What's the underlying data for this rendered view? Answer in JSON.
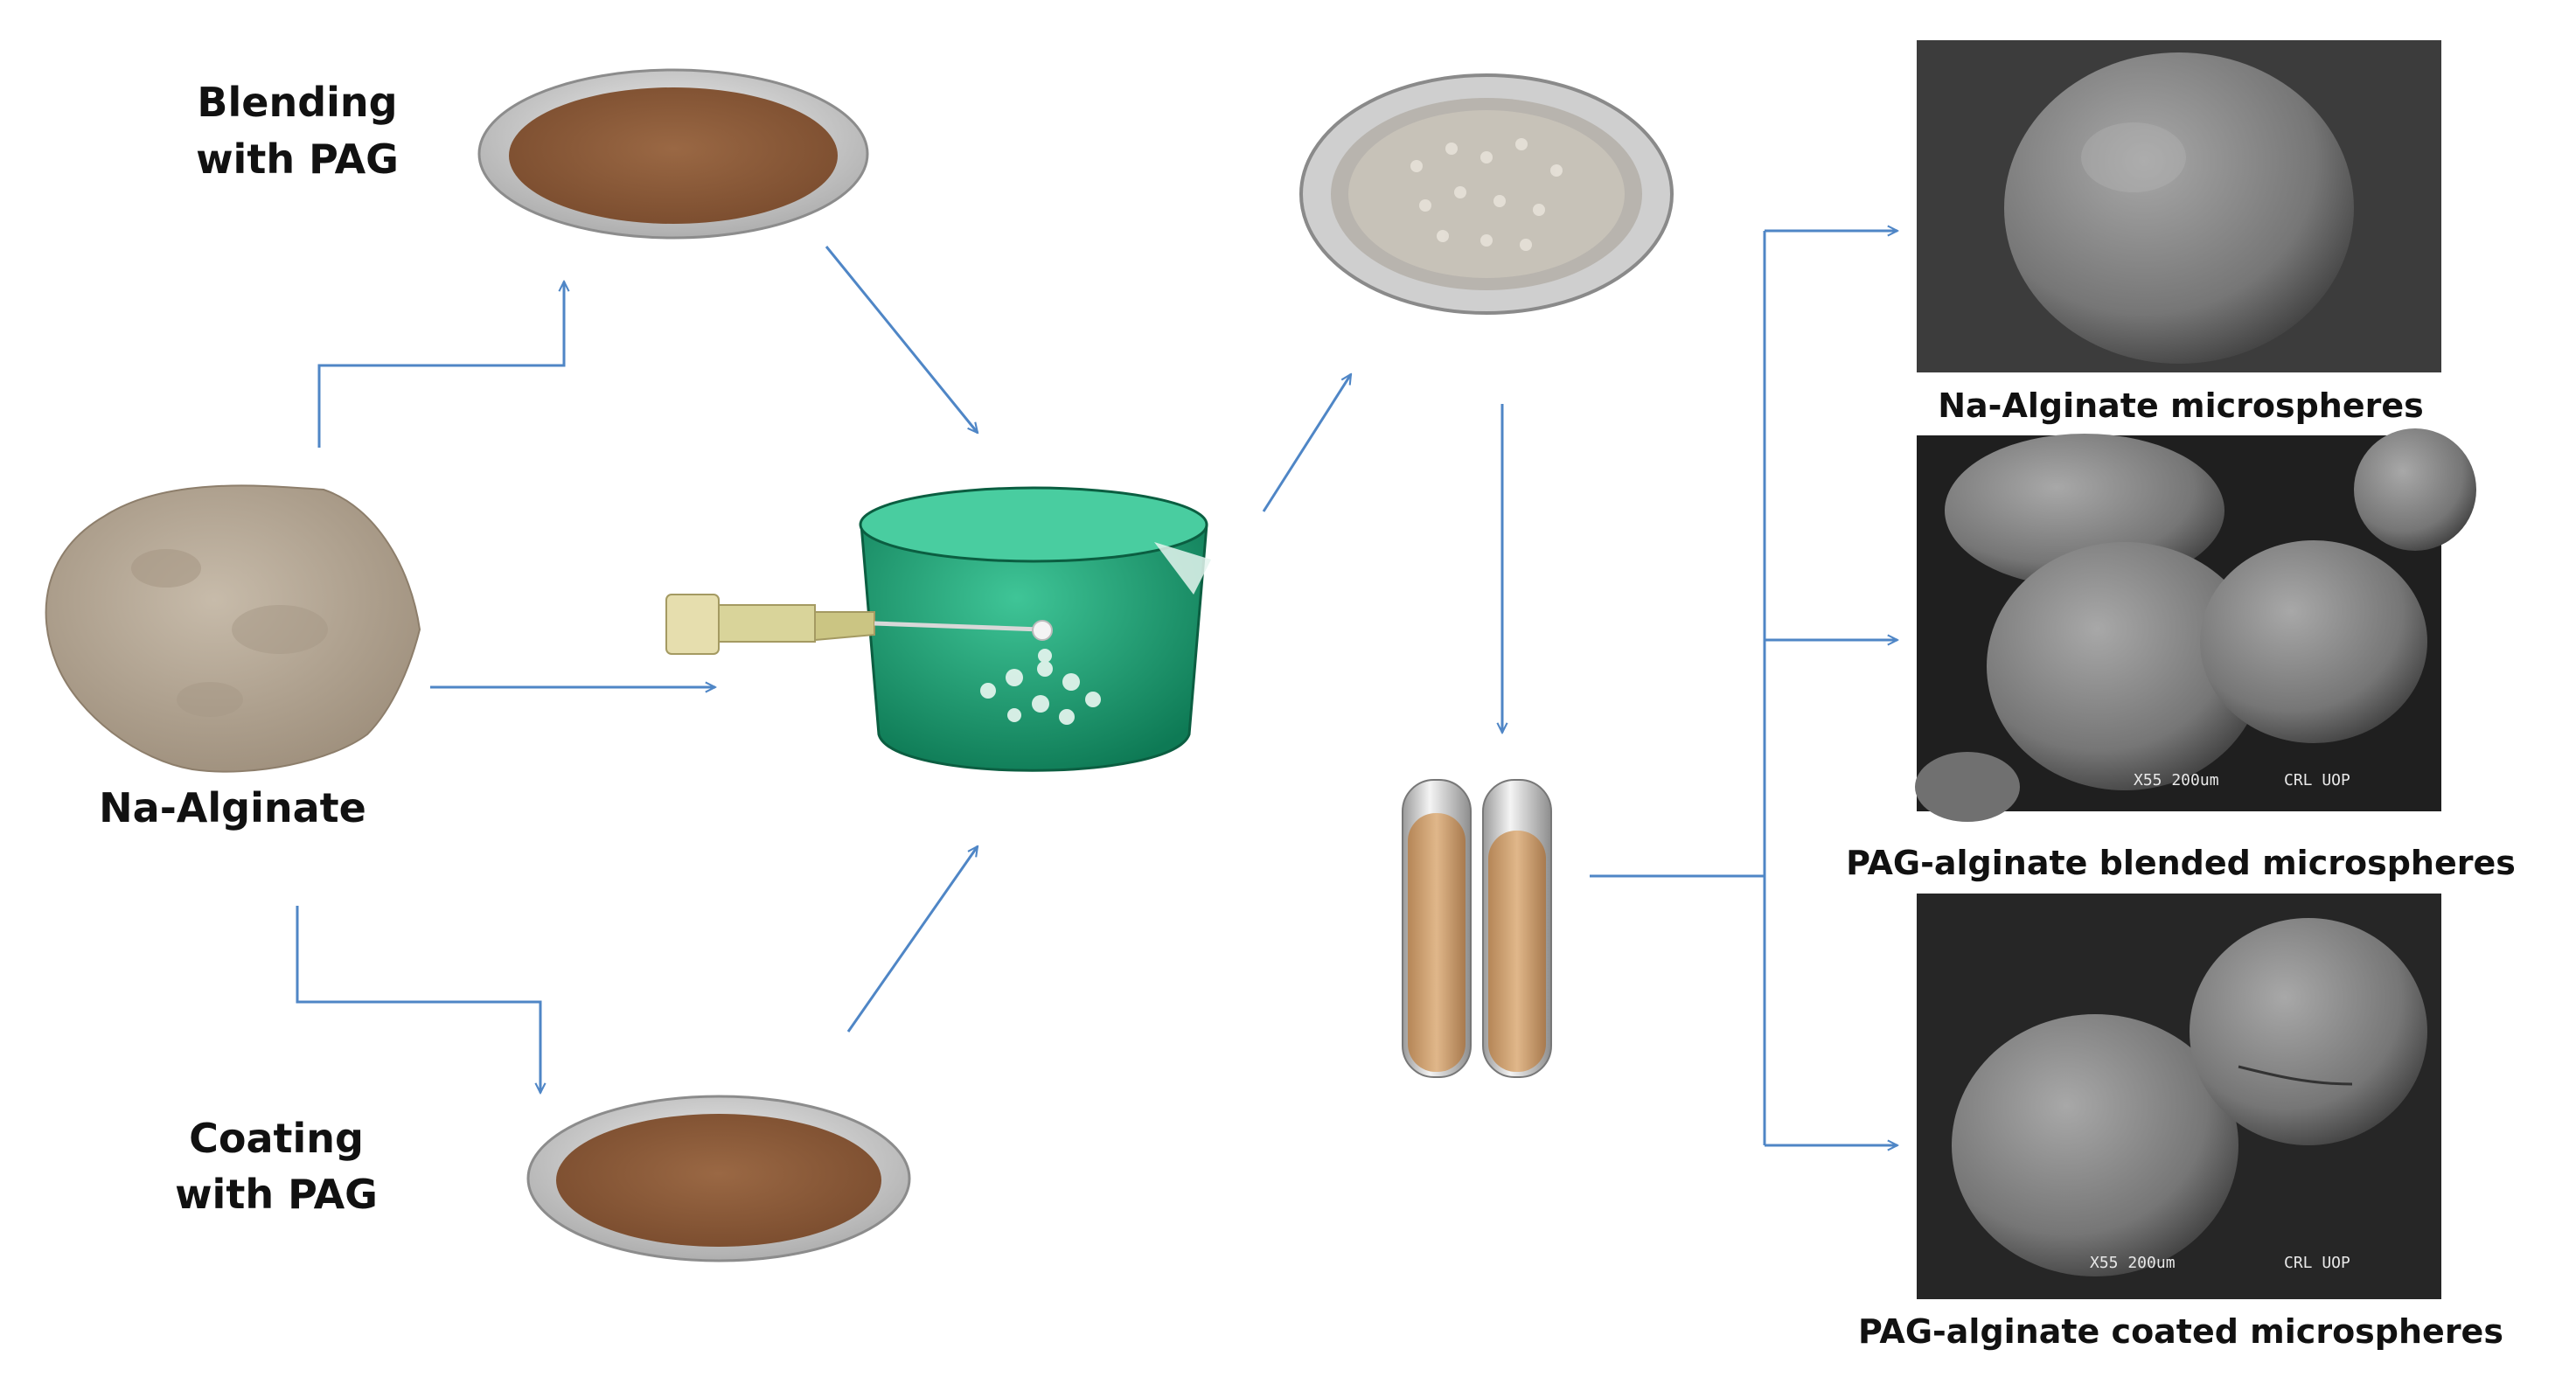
{
  "labels": {
    "blending_line1": "Blending",
    "blending_line2": "with PAG",
    "coating_line1": "Coating",
    "coating_line2": "with PAG",
    "na_alginate": "Na-Alginate",
    "sem_caption_1": "Na-Alginate microspheres",
    "sem_caption_2": "PAG-alginate blended microspheres",
    "sem_caption_3": "PAG-alginate coated microspheres",
    "sem_scale_2": "X55 200um",
    "sem_lab_2": "CRL UOP",
    "sem_scale_3": "X55 200um",
    "sem_lab_3": "CRL UOP"
  },
  "colors": {
    "arrow": "#4f86c6",
    "powder_brown": "#8a5a38",
    "alginate_beige": "#b8aa98",
    "beaker_green": "#1e9e74",
    "sem_gray": "#5a5a5a"
  }
}
